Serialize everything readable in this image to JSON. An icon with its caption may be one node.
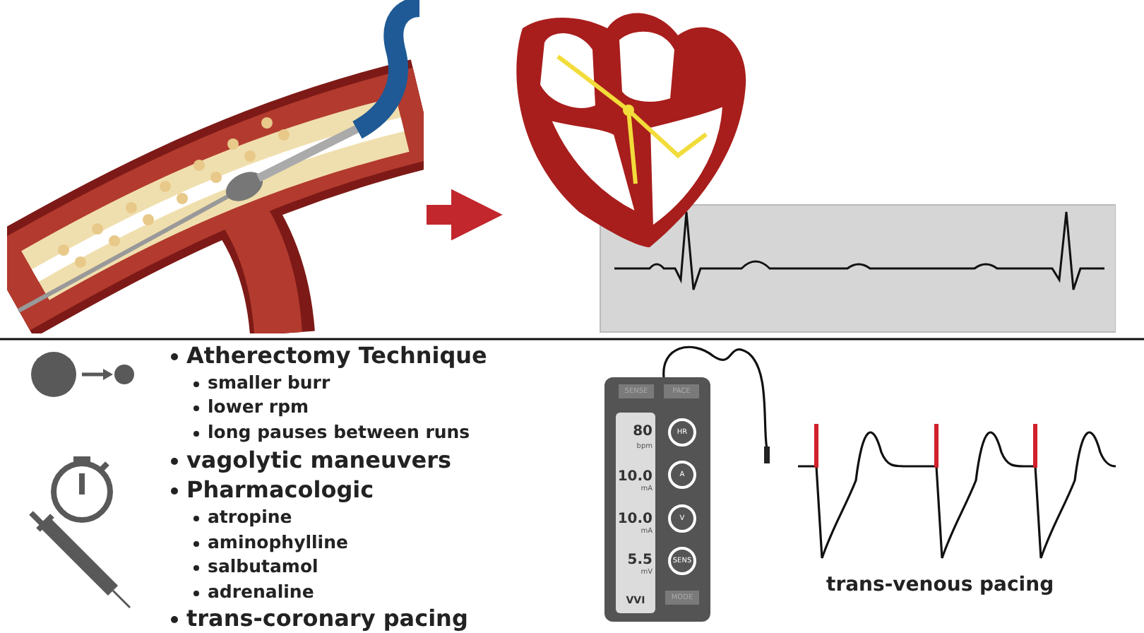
{
  "diagram": {
    "nodes": [
      {
        "text": [],
        "shape": "picture"
      },
      {
        "text": [],
        "shape": "picture"
      }
    ],
    "edges": [
      {
        "from": 0,
        "to": 1,
        "arrow": "to"
      }
    ],
    "labels": [
      "Atherectomy Technique",
      "smaller burr",
      "lower rpm",
      "long pauses between runs",
      "vagolytic maneuvers",
      "Pharmacologic",
      "atropine",
      "aminophylline",
      "salbutamol",
      "adrenaline",
      "trans-coronary pacing",
      "SENSE",
      "PACE",
      "80",
      "bpm",
      "HR",
      "10.0",
      "mA",
      "A",
      "10.0",
      "mA",
      "V",
      "5.5",
      "mV",
      "SENS",
      "VVI",
      "MODE",
      "trans-venous pacing"
    ]
  }
}
